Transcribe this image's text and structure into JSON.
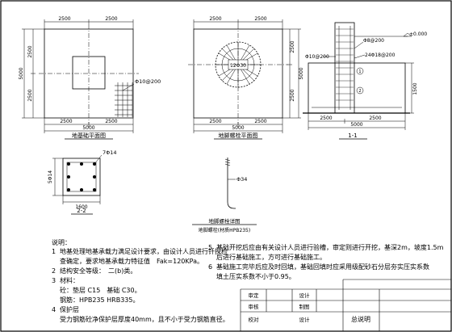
{
  "views": {
    "plan": {
      "dims": {
        "top_left": "2500",
        "top_right": "2500",
        "bottom_left": "2500",
        "bottom_right": "2500",
        "bottom_total": "5000",
        "left_total": "5000",
        "left_upper": "2500",
        "left_lower": "2500"
      },
      "rebar": "Φ10@200",
      "title": "地基础平面图"
    },
    "anchor": {
      "dims": {
        "top_left": "2500",
        "top_right": "2500",
        "bottom_left": "2500",
        "bottom_right": "2500",
        "bottom_total": "5000",
        "right_total": "5000",
        "right_upper": "2500",
        "right_lower": "2500"
      },
      "inner_label": "12Φ30",
      "title": "地脚螺栓平面图"
    },
    "section11": {
      "elev_top": "±0.000",
      "rebar_top": "Φ8@200",
      "rebar_left": "Φ10@200",
      "rebar_mid": "24Φ18@200",
      "tag_a": "1",
      "tag_b": "2",
      "dims": {
        "left": "2500",
        "right": "2500",
        "total": "5000",
        "height": "1500"
      },
      "title": "1-1"
    },
    "section22": {
      "bar_count": "7Φ14",
      "left_dim": "5Φ14",
      "bottom_dim": "1600",
      "title": "2-2"
    },
    "bolt": {
      "diameter": "Φ34",
      "title": "地脚螺栓详图",
      "subtitle": "地脚螺栓(材质HPB235)"
    }
  },
  "notes": {
    "heading": "说明：",
    "items": [
      {
        "num": "1",
        "text": "地基处理地基承载力满足设计要求，由设计人员进行钎探检"
      },
      {
        "num": "",
        "text": "查确定，要求地基承载力特征值　Fak=120KPa。"
      },
      {
        "num": "2",
        "text": "结构安全等级：　二(b)类。"
      },
      {
        "num": "3",
        "text": "材料："
      },
      {
        "num": "",
        "text": "砼：垫层 C15　基础 C30。"
      },
      {
        "num": "",
        "text": "钢筋：HPB235 HRB335。"
      },
      {
        "num": "4",
        "text": "保护层"
      },
      {
        "num": "",
        "text": "受力钢筋砼净保护层厚度40mm，且不小于受力钢筋直径。"
      }
    ],
    "items_right": [
      {
        "num": "5",
        "text": "基础开挖后应由有关设计人员进行验槽，审定则进行开挖，基深2m，坡度1.5m"
      },
      {
        "num": "",
        "text": "后进行基础施工，方可进行基础施工。"
      },
      {
        "num": "6",
        "text": "基础施工完毕后应及时回填，基础回填时应采用级配砂石分层夯实压实系数"
      },
      {
        "num": "",
        "text": "填土压实系数不小于0.95。"
      }
    ]
  },
  "title_block": {
    "row1": [
      "审定",
      "",
      "设计",
      "",
      "",
      ""
    ],
    "row2": [
      "审核",
      "",
      "制图",
      "",
      "",
      ""
    ],
    "row3": [
      "校对",
      "",
      "设计",
      "",
      "",
      ""
    ],
    "footer": "总说明"
  }
}
